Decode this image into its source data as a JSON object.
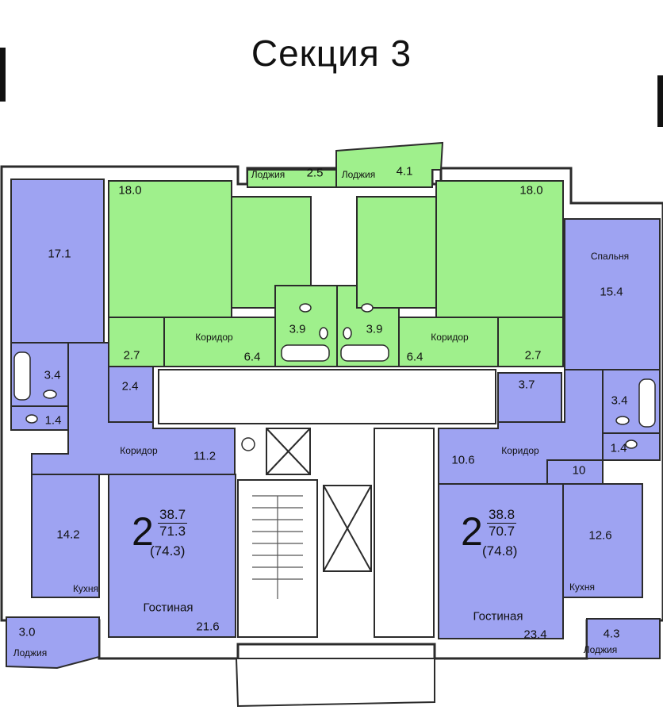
{
  "title": "Секция 3",
  "colors": {
    "wall": "#2b2b2b",
    "apartment_left": "#9ea3f2",
    "apartment_right": "#9ea3f2",
    "apartment_top": "#9ff08c",
    "common": "#ffffff"
  },
  "apartments": {
    "left": {
      "rooms": "2",
      "living": "38.7",
      "area": "71.3",
      "total": "(74.3)"
    },
    "right": {
      "rooms": "2",
      "living": "38.8",
      "area": "70.7",
      "total": "(74.8)"
    }
  },
  "rooms": {
    "r171": {
      "area": "17.1"
    },
    "r34l": {
      "area": "3.4"
    },
    "r14l": {
      "area": "1.4"
    },
    "r24": {
      "area": "2.4"
    },
    "r112": {
      "area": "11.2",
      "name": "Коридор"
    },
    "r142": {
      "area": "14.2",
      "name": "Кухня"
    },
    "r30": {
      "area": "3.0",
      "name": "Лоджия"
    },
    "r216": {
      "area": "21.6",
      "name": "Гостиная"
    },
    "r180l": {
      "area": "18.0"
    },
    "r25": {
      "area": "2.5",
      "name": "Лоджия"
    },
    "r41": {
      "area": "4.1",
      "name": "Лоджия"
    },
    "r27l": {
      "area": "2.7"
    },
    "r64l": {
      "area": "6.4",
      "name": "Коридор"
    },
    "r39l": {
      "area": "3.9"
    },
    "r39r": {
      "area": "3.9"
    },
    "r64r": {
      "area": "6.4",
      "name": "Коридор"
    },
    "r27r": {
      "area": "2.7"
    },
    "r180r": {
      "area": "18.0"
    },
    "r154": {
      "area": "15.4",
      "name": "Спальня"
    },
    "r37": {
      "area": "3.7"
    },
    "r34r": {
      "area": "3.4"
    },
    "r14r": {
      "area": "1.4"
    },
    "r10": {
      "area": "10"
    },
    "r106": {
      "area": "10.6",
      "name": "Коридор"
    },
    "r126": {
      "area": "12.6",
      "name": "Кухня"
    },
    "r43": {
      "area": "4.3",
      "name": "Лоджия"
    },
    "r234": {
      "area": "23.4",
      "name": "Гостиная"
    }
  }
}
